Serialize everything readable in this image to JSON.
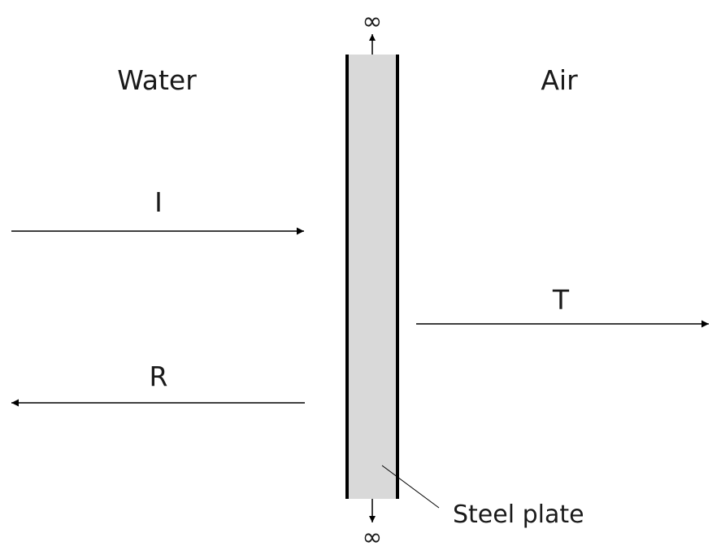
{
  "regions": {
    "left_medium": "Water",
    "right_medium": "Air"
  },
  "waves": {
    "incident": "I",
    "reflected": "R",
    "transmitted": "T"
  },
  "plate": {
    "label": "Steel plate",
    "top_extent": "∞",
    "bottom_extent": "∞"
  },
  "colors": {
    "plate_fill": "#d9d9d9",
    "line": "#000000"
  }
}
